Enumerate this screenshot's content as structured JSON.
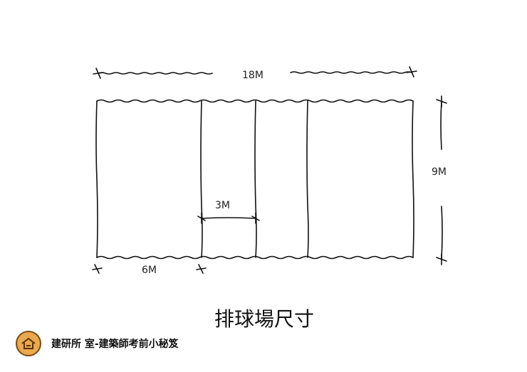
{
  "diagram": {
    "dim_total_length": "18M",
    "dim_width": "9M",
    "dim_center_zone": "3M",
    "dim_back_zone": "6M",
    "title": "排球場尺寸"
  },
  "footer": {
    "logo_icon": "house-icon",
    "text": "建研所 室-建築師考前小秘笈",
    "logo_color": "#e9a94e"
  }
}
